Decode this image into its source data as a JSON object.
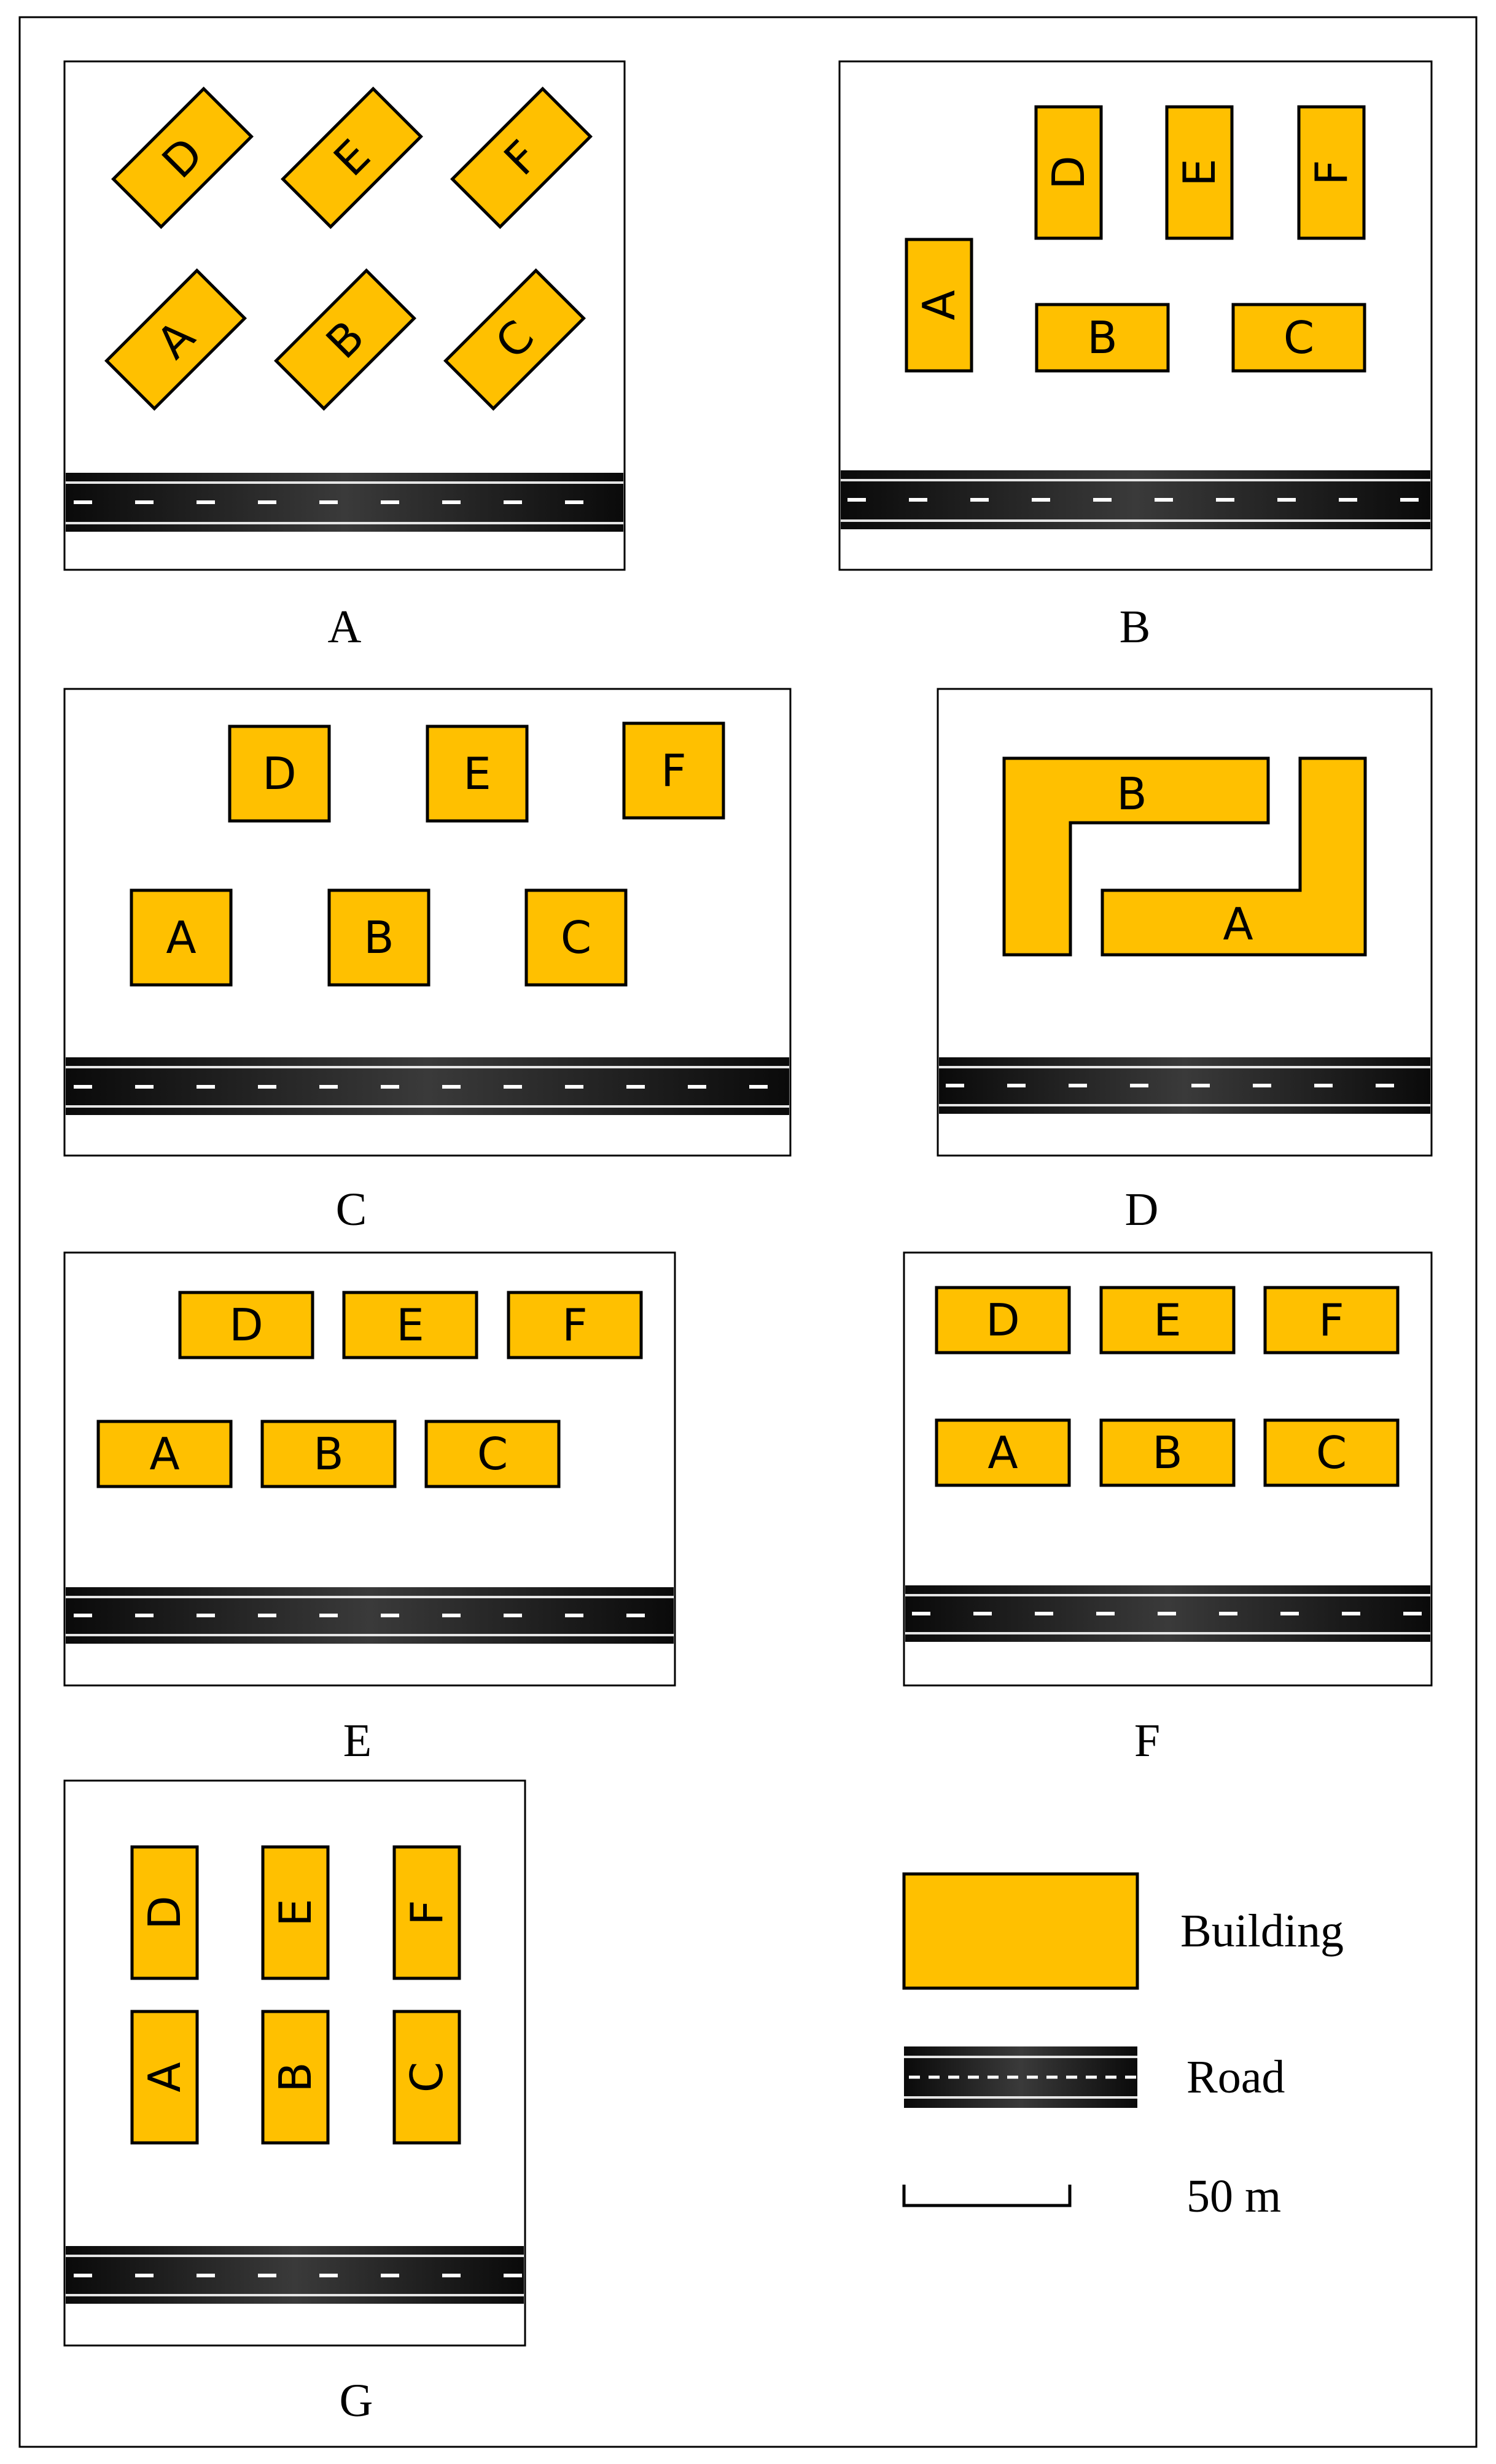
{
  "colors": {
    "building_fill": "#FFC000",
    "building_stroke": "#000000",
    "road_fill": "#111111",
    "road_center": "#3A3A3A",
    "road_markings": "#FFFFFF"
  },
  "panels": [
    {
      "id": "A",
      "caption": "A",
      "buildings": [
        "D",
        "E",
        "F",
        "A",
        "B",
        "C"
      ]
    },
    {
      "id": "B",
      "caption": "B",
      "buildings": [
        "D",
        "E",
        "F",
        "A",
        "B",
        "C"
      ]
    },
    {
      "id": "C",
      "caption": "C",
      "buildings": [
        "D",
        "E",
        "F",
        "A",
        "B",
        "C"
      ]
    },
    {
      "id": "D",
      "caption": "D",
      "buildings": [
        "B",
        "A"
      ]
    },
    {
      "id": "E",
      "caption": "E",
      "buildings": [
        "D",
        "E",
        "F",
        "A",
        "B",
        "C"
      ]
    },
    {
      "id": "F",
      "caption": "F",
      "buildings": [
        "D",
        "E",
        "F",
        "A",
        "B",
        "C"
      ]
    },
    {
      "id": "G",
      "caption": "G",
      "buildings": [
        "D",
        "E",
        "F",
        "A",
        "B",
        "C"
      ]
    }
  ],
  "legend": {
    "building_label": "Building",
    "road_label": "Road",
    "scale_label": "50 m"
  }
}
